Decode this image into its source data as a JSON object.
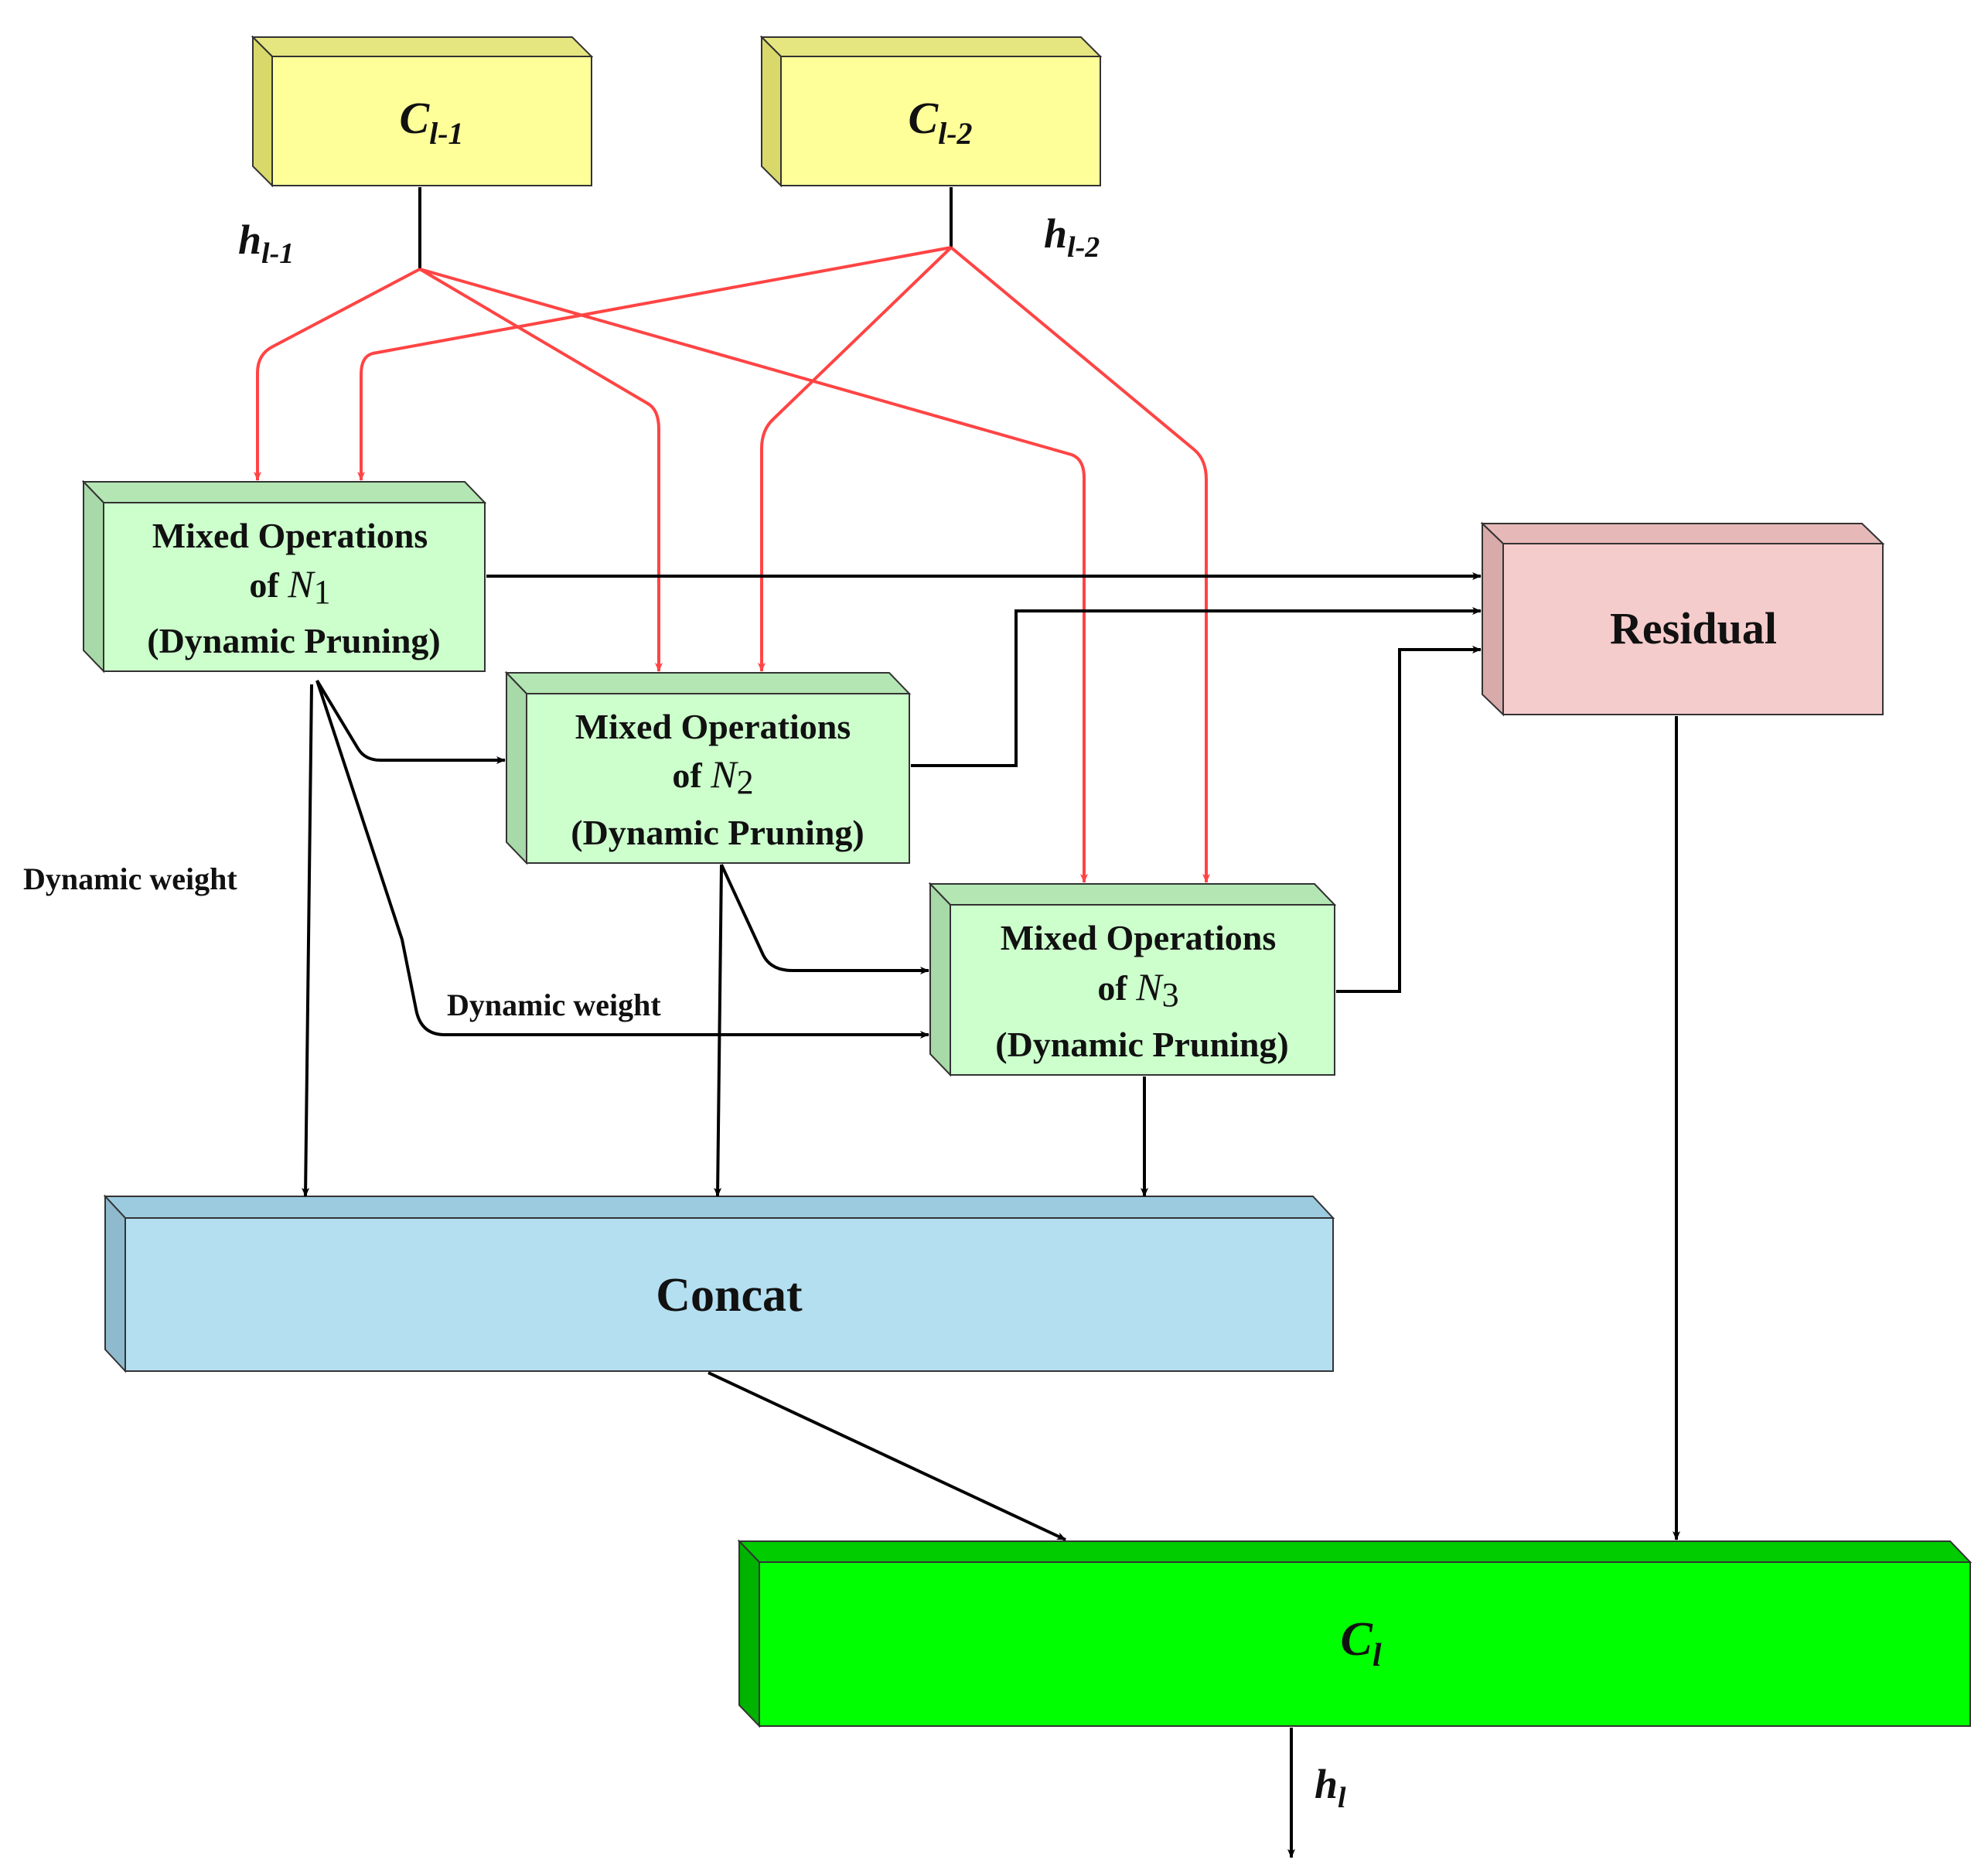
{
  "nodes": {
    "c_l1": {
      "main": "C",
      "sub": "l-1"
    },
    "c_l2": {
      "main": "C",
      "sub": "l-2"
    },
    "n1": {
      "line1": "Mixed Operations",
      "line2_pre": "of ",
      "line2_var": "N",
      "line2_sub": "1",
      "line3": "(Dynamic Pruning)"
    },
    "n2": {
      "line1": "Mixed Operations",
      "line2_pre": "of ",
      "line2_var": "N",
      "line2_sub": "2",
      "line3": "(Dynamic Pruning)"
    },
    "n3": {
      "line1": "Mixed Operations",
      "line2_pre": "of ",
      "line2_var": "N",
      "line2_sub": "3",
      "line3": "(Dynamic Pruning)"
    },
    "residual": {
      "label": "Residual"
    },
    "concat": {
      "label": "Concat"
    },
    "c_l": {
      "main": "C",
      "sub": "l"
    }
  },
  "labels": {
    "h_l1": {
      "main": "h",
      "sub": "l-1"
    },
    "h_l2": {
      "main": "h",
      "sub": "l-2"
    },
    "h_l": {
      "main": "h",
      "sub": "l"
    },
    "dynamic_weight_1": "Dynamic weight",
    "dynamic_weight_2": "Dynamic weight"
  },
  "colors": {
    "input_box": "#ffff99",
    "mixed_op_box": "#ccffcc",
    "residual_box": "#f5cccc",
    "concat_box": "#b3dff0",
    "output_box": "#00ff00",
    "red_edge": "#ff4444",
    "black_edge": "#000000"
  }
}
